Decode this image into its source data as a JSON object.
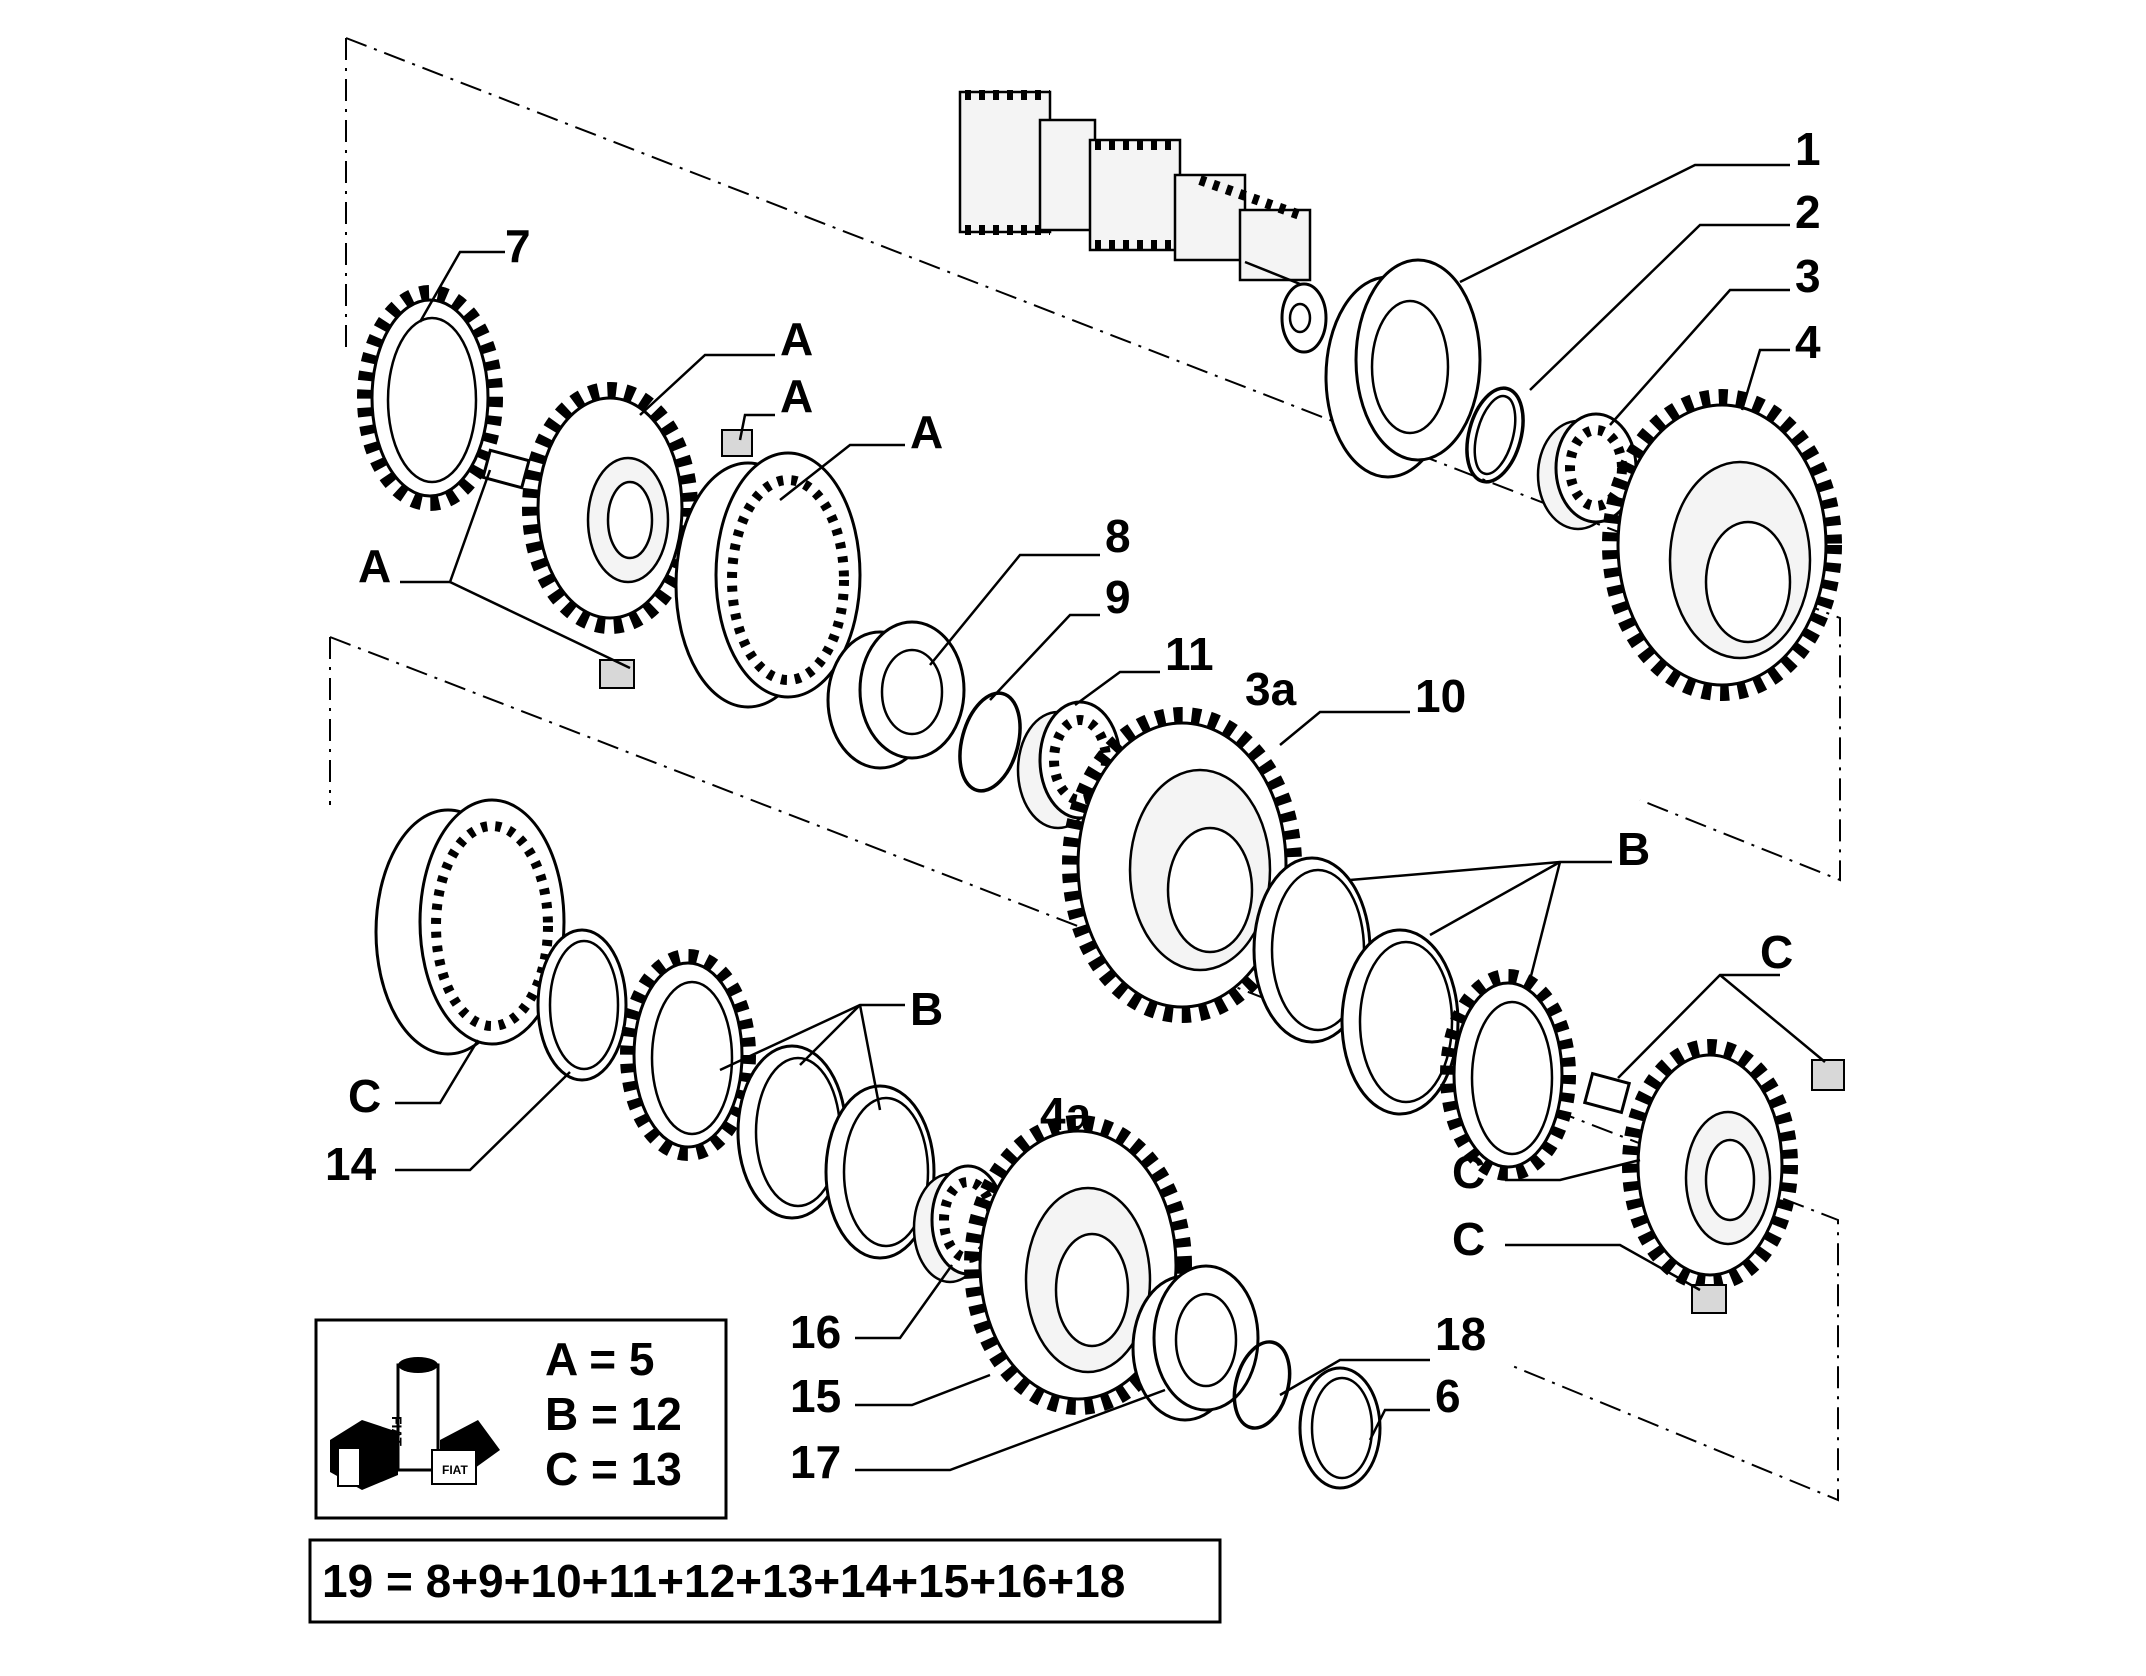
{
  "diagram": {
    "callouts": {
      "c1": "1",
      "c2": "2",
      "c3": "3",
      "c4": "4",
      "c7": "7",
      "cA1": "A",
      "cA2": "A",
      "cA3": "A",
      "cA4": "A",
      "c8": "8",
      "c9": "9",
      "c11": "11",
      "c3a": "3a",
      "c10": "10",
      "cB1": "B",
      "cB2": "B",
      "cC1": "C",
      "cC2": "C",
      "cC3": "C",
      "cC4": "C",
      "c14": "14",
      "c4a": "4a",
      "c16": "16",
      "c15": "15",
      "c17": "17",
      "c18": "18",
      "c6": "6"
    },
    "legend": {
      "line_a": "A = 5",
      "line_b": "B = 12",
      "line_c": "C = 13",
      "logo_text": "FIAT"
    },
    "formula": "19 = 8+9+10+11+12+13+14+15+16+18"
  }
}
